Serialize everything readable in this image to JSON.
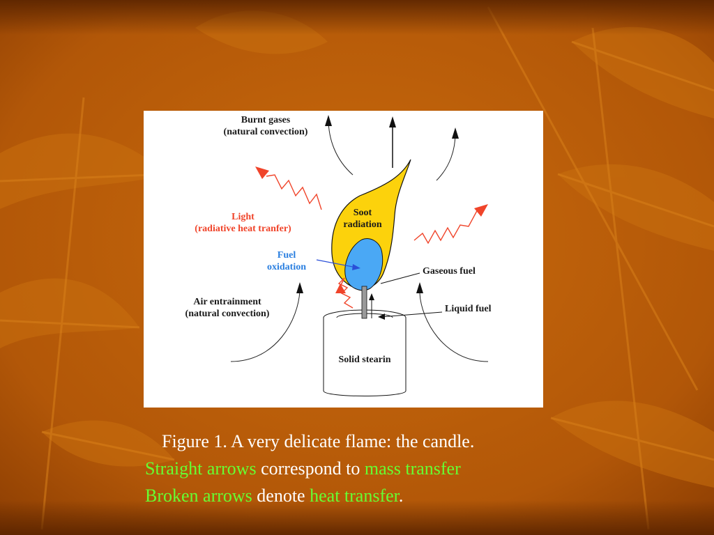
{
  "diagram": {
    "labels": {
      "burnt_gases": "Burnt gases",
      "burnt_gases_sub": "(natural convection)",
      "light": "Light",
      "light_sub": "(radiative heat tranfer)",
      "soot": "Soot",
      "soot_sub": "radiation",
      "fuel": "Fuel",
      "fuel_sub": "oxidation",
      "gaseous_fuel": "Gaseous fuel",
      "liquid_fuel": "Liquid fuel",
      "air_entrainment": "Air entrainment",
      "air_entrainment_sub": "(natural convection)",
      "solid_stearin": "Solid stearin"
    },
    "colors": {
      "flame": "#fcd20c",
      "fuel_core": "#4aa8f5",
      "heat_arrow": "#f0442a",
      "mass_arrow": "#111111"
    }
  },
  "caption": {
    "line1": "Figure 1. A very delicate flame: the candle.",
    "line2_a": "Straight arrows",
    "line2_b": " correspond to ",
    "line2_c": "mass transfer",
    "line3_a": "Broken arrows",
    "line3_b": " denote ",
    "line3_c": "heat transfer",
    "line3_d": "."
  },
  "theme": {
    "background": "#b85c06",
    "highlight_text": "#66ff33"
  }
}
